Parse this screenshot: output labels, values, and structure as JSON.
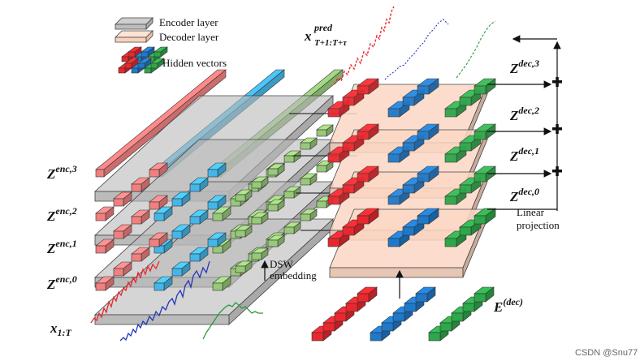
{
  "legend": {
    "encoder_label": "Encoder layer",
    "decoder_label": "Decoder layer",
    "hidden_label": "Hidden vectors"
  },
  "encoder_labels": [
    {
      "base": "Z",
      "sup": "enc,3"
    },
    {
      "base": "Z",
      "sup": "enc,2"
    },
    {
      "base": "Z",
      "sup": "enc,1"
    },
    {
      "base": "Z",
      "sup": "enc,0"
    }
  ],
  "decoder_labels": [
    {
      "base": "Z",
      "sup": "dec,3"
    },
    {
      "base": "Z",
      "sup": "dec,2"
    },
    {
      "base": "Z",
      "sup": "dec,1"
    },
    {
      "base": "Z",
      "sup": "dec,0"
    }
  ],
  "input": {
    "base": "x",
    "sub": "1:T"
  },
  "prediction": {
    "base": "x",
    "sup": "pred",
    "sub": "T+1:T+τ"
  },
  "dsw_label": [
    "DSW",
    "embedding"
  ],
  "linear_label": [
    "Linear",
    "projection"
  ],
  "dec_embedding": {
    "base": "E",
    "sup": "(dec)"
  },
  "watermark": "CSDN @Snu77",
  "colors": {
    "red": "#e8282e",
    "blue": "#1f78c8",
    "green": "#2ea64a",
    "red_light": "#f08080",
    "blue_light": "#45b6e8",
    "green_light": "#98c87a",
    "encoder_plate": "#b9b9b9",
    "decoder_plate": "#fbd7c4"
  }
}
